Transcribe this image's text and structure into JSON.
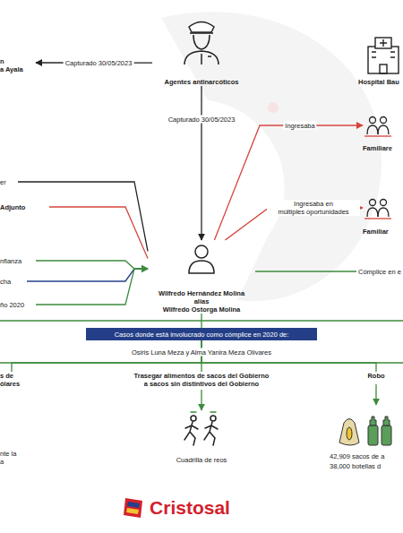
{
  "diagram": {
    "nodes": [
      {
        "text": [
          "n",
          "a Ayala"
        ]
      },
      {
        "text": [
          "Agentes antinarcóticos"
        ]
      },
      {
        "text": [
          "Hospital Bau"
        ]
      },
      {
        "text": [
          "Familiare"
        ]
      },
      {
        "text": [
          "Familiar"
        ]
      },
      {
        "text": [
          "er"
        ]
      },
      {
        "text": [
          "Adjunto"
        ]
      },
      {
        "text": [
          "nfianza"
        ]
      },
      {
        "text": [
          "cha"
        ]
      },
      {
        "text": [
          "ño 2020"
        ]
      },
      {
        "text": [
          "Wilfredo Hernández Molina",
          "alias",
          "Wilfredo Ostorga Molina"
        ]
      },
      {
        "text": [
          "Casos donde está involucrado como cómplice en 2020 de:"
        ]
      },
      {
        "text": [
          "s de ólares"
        ]
      },
      {
        "text": [
          "Trasegar alimentos de sacos del Gobierno a sacos sin distintivos del Gobierno"
        ]
      },
      {
        "text": [
          "Robo"
        ]
      },
      {
        "text": [
          "Cuadrilla de reos"
        ]
      },
      {
        "text": [
          "42,909 sacos de a 38,000 botellas d"
        ]
      },
      {
        "text": [
          "nte la a"
        ]
      }
    ],
    "edges": [
      {
        "from": 1,
        "to": 0,
        "label": "Capturado 30/05/2023",
        "arrow": "to"
      },
      {
        "from": 1,
        "to": 10,
        "label": "Capturado 30/05/2023",
        "arrow": "to"
      },
      {
        "from": 10,
        "to": 3,
        "label": "Ingresaba",
        "arrow": "to"
      },
      {
        "from": 10,
        "to": 4,
        "label": "Ingresaba en múltiples oportunidades",
        "arrow": "to"
      },
      {
        "from": 5,
        "to": 10,
        "arrow": "none"
      },
      {
        "from": 6,
        "to": 10,
        "arrow": "none"
      },
      {
        "from": 8,
        "to": 10,
        "arrow": "to"
      },
      {
        "from": 7,
        "to": 10,
        "arrow": "to"
      },
      {
        "from": 9,
        "to": 10,
        "arrow": "to"
      },
      {
        "from": 10,
        "to": 11,
        "arrow": "none"
      },
      {
        "from": 11,
        "to": 12,
        "arrow": "none"
      },
      {
        "from": 11,
        "to": 13,
        "arrow": "none"
      },
      {
        "from": 11,
        "to": 14,
        "arrow": "none"
      },
      {
        "from": 13,
        "to": 15,
        "arrow": "to"
      },
      {
        "from": 14,
        "to": 16,
        "arrow": "to"
      }
    ],
    "labels": [
      "Cómplice en e",
      "Osiris Luna Meza y Alma Yanira Meza Olivares",
      "Cristosal"
    ]
  }
}
